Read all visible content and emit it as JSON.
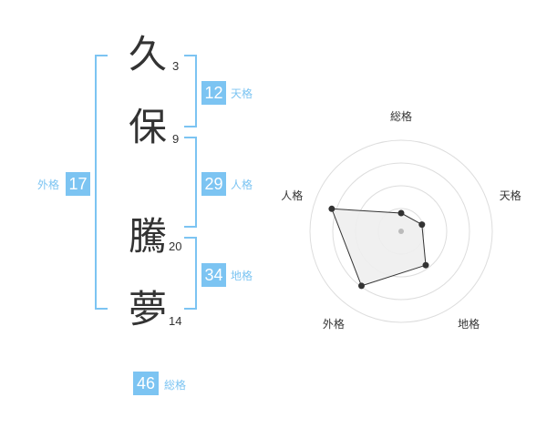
{
  "name_chars": [
    {
      "char": "久",
      "strokes": "3"
    },
    {
      "char": "保",
      "strokes": "9"
    },
    {
      "char": "騰",
      "strokes": "20"
    },
    {
      "char": "夢",
      "strokes": "14"
    }
  ],
  "kaku": {
    "tenkaku": {
      "label": "天格",
      "value": "12"
    },
    "jinkaku": {
      "label": "人格",
      "value": "29"
    },
    "chikaku": {
      "label": "地格",
      "value": "34"
    },
    "gaikaku": {
      "label": "外格",
      "value": "17"
    },
    "soukaku": {
      "label": "総格",
      "value": "46"
    }
  },
  "colors": {
    "accent": "#7cc4f2",
    "text": "#333333",
    "radar_fill": "#eeeeee"
  },
  "chart_data": {
    "type": "radar",
    "axes": [
      "総格",
      "天格",
      "地格",
      "外格",
      "人格"
    ],
    "values": [
      0.2,
      0.24,
      0.46,
      0.74,
      0.8
    ],
    "rings": 4,
    "max": 1
  }
}
